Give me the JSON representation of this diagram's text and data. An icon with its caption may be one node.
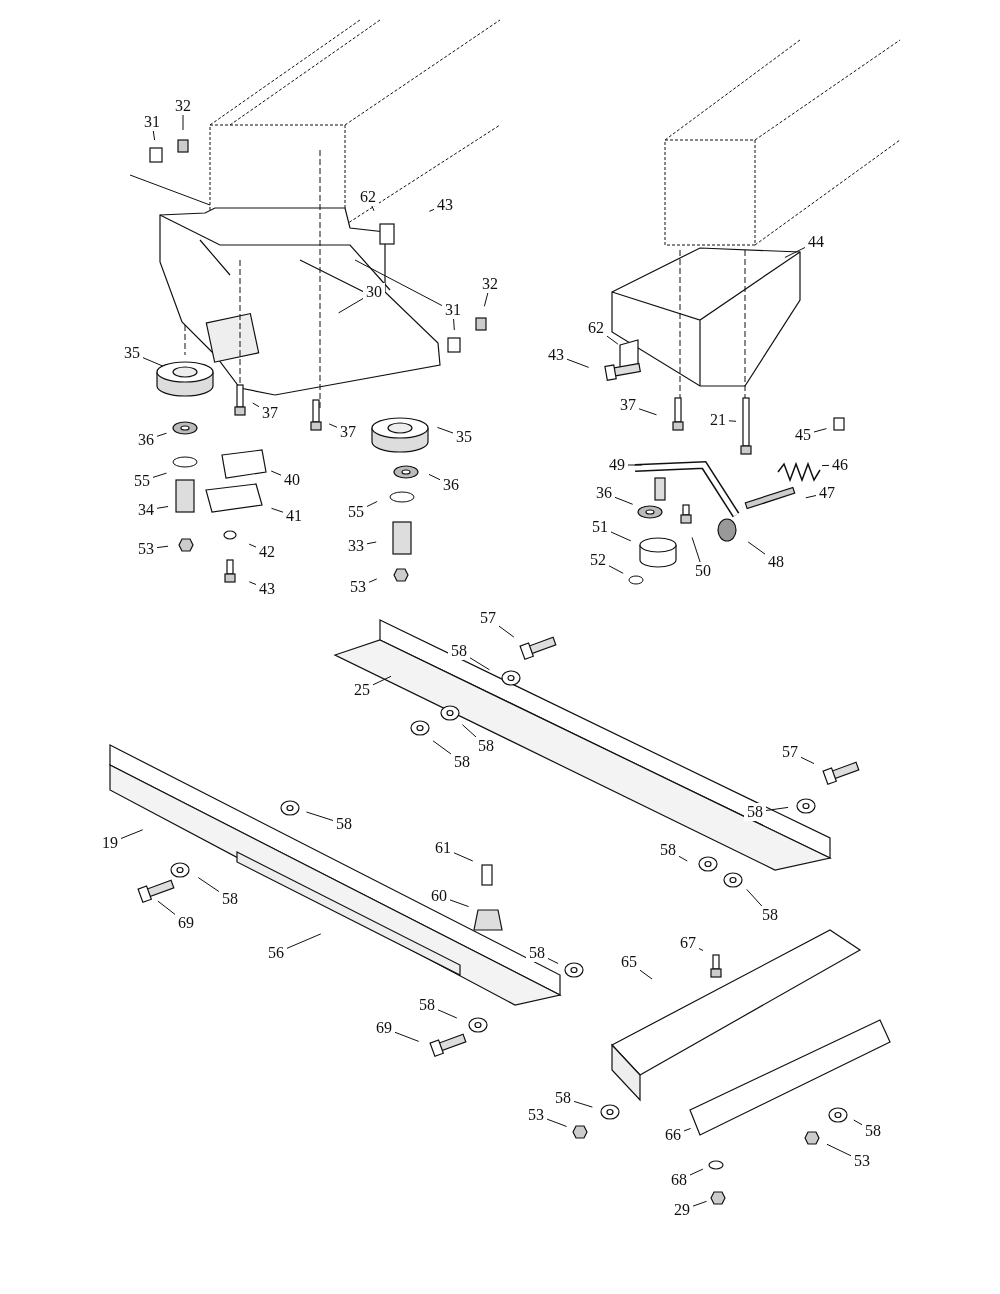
{
  "diagram": {
    "nodes": [
      {
        "text": [
          "31"
        ]
      },
      {
        "text": [
          "32"
        ]
      },
      {
        "text": [
          "62"
        ]
      },
      {
        "text": [
          "43"
        ]
      },
      {
        "text": [
          "30"
        ]
      },
      {
        "text": [
          "31"
        ]
      },
      {
        "text": [
          "32"
        ]
      },
      {
        "text": [
          "35"
        ]
      },
      {
        "text": [
          "37"
        ]
      },
      {
        "text": [
          "37"
        ]
      },
      {
        "text": [
          "35"
        ]
      },
      {
        "text": [
          "36"
        ]
      },
      {
        "text": [
          "55"
        ]
      },
      {
        "text": [
          "40"
        ]
      },
      {
        "text": [
          "36"
        ]
      },
      {
        "text": [
          "34"
        ]
      },
      {
        "text": [
          "41"
        ]
      },
      {
        "text": [
          "55"
        ]
      },
      {
        "text": [
          "33"
        ]
      },
      {
        "text": [
          "42"
        ]
      },
      {
        "text": [
          "53"
        ]
      },
      {
        "text": [
          "43"
        ]
      },
      {
        "text": [
          "53"
        ]
      },
      {
        "text": [
          "44"
        ]
      },
      {
        "text": [
          "62"
        ]
      },
      {
        "text": [
          "43"
        ]
      },
      {
        "text": [
          "37"
        ]
      },
      {
        "text": [
          "21"
        ]
      },
      {
        "text": [
          "45"
        ]
      },
      {
        "text": [
          "49"
        ]
      },
      {
        "text": [
          "46"
        ]
      },
      {
        "text": [
          "36"
        ]
      },
      {
        "text": [
          "47"
        ]
      },
      {
        "text": [
          "51"
        ]
      },
      {
        "text": [
          "48"
        ]
      },
      {
        "text": [
          "52"
        ]
      },
      {
        "text": [
          "50"
        ]
      },
      {
        "text": [
          "57"
        ]
      },
      {
        "text": [
          "58"
        ]
      },
      {
        "text": [
          "25"
        ]
      },
      {
        "text": [
          "58"
        ]
      },
      {
        "text": [
          "58"
        ]
      },
      {
        "text": [
          "57"
        ]
      },
      {
        "text": [
          "19"
        ]
      },
      {
        "text": [
          "58"
        ]
      },
      {
        "text": [
          "58"
        ]
      },
      {
        "text": [
          "61"
        ]
      },
      {
        "text": [
          "58"
        ]
      },
      {
        "text": [
          "58"
        ]
      },
      {
        "text": [
          "60"
        ]
      },
      {
        "text": [
          "58"
        ]
      },
      {
        "text": [
          "69"
        ]
      },
      {
        "text": [
          "56"
        ]
      },
      {
        "text": [
          "58"
        ]
      },
      {
        "text": [
          "67"
        ]
      },
      {
        "text": [
          "65"
        ]
      },
      {
        "text": [
          "58"
        ]
      },
      {
        "text": [
          "69"
        ]
      },
      {
        "text": [
          "58"
        ]
      },
      {
        "text": [
          "53"
        ]
      },
      {
        "text": [
          "66"
        ]
      },
      {
        "text": [
          "58"
        ]
      },
      {
        "text": [
          "53"
        ]
      },
      {
        "text": [
          "68"
        ]
      },
      {
        "text": [
          "29"
        ]
      }
    ],
    "edges": [
      {
        "from": 0,
        "to": null,
        "arrow": "none"
      },
      {
        "from": 1,
        "to": null,
        "arrow": "none"
      },
      {
        "from": 2,
        "to": null,
        "arrow": "none"
      },
      {
        "from": 3,
        "to": null,
        "arrow": "none"
      },
      {
        "from": 4,
        "to": null,
        "arrow": "none"
      },
      {
        "from": 5,
        "to": null,
        "arrow": "none"
      },
      {
        "from": 6,
        "to": null,
        "arrow": "none"
      },
      {
        "from": 7,
        "to": null,
        "arrow": "none"
      },
      {
        "from": 8,
        "to": null,
        "arrow": "none"
      },
      {
        "from": 9,
        "to": null,
        "arrow": "none"
      },
      {
        "from": 10,
        "to": null,
        "arrow": "none"
      },
      {
        "from": 11,
        "to": null,
        "arrow": "none"
      },
      {
        "from": 12,
        "to": null,
        "arrow": "none"
      },
      {
        "from": 13,
        "to": null,
        "arrow": "none"
      },
      {
        "from": 14,
        "to": null,
        "arrow": "none"
      },
      {
        "from": 15,
        "to": null,
        "arrow": "none"
      },
      {
        "from": 16,
        "to": null,
        "arrow": "none"
      },
      {
        "from": 17,
        "to": null,
        "arrow": "none"
      },
      {
        "from": 18,
        "to": null,
        "arrow": "none"
      },
      {
        "from": 19,
        "to": null,
        "arrow": "none"
      },
      {
        "from": 20,
        "to": null,
        "arrow": "none"
      },
      {
        "from": 21,
        "to": null,
        "arrow": "none"
      },
      {
        "from": 22,
        "to": null,
        "arrow": "none"
      },
      {
        "from": 23,
        "to": null,
        "arrow": "none"
      },
      {
        "from": 24,
        "to": null,
        "arrow": "none"
      },
      {
        "from": 25,
        "to": null,
        "arrow": "none"
      },
      {
        "from": 26,
        "to": null,
        "arrow": "none"
      },
      {
        "from": 27,
        "to": null,
        "arrow": "none"
      },
      {
        "from": 28,
        "to": null,
        "arrow": "none"
      },
      {
        "from": 29,
        "to": null,
        "arrow": "none"
      },
      {
        "from": 30,
        "to": null,
        "arrow": "none"
      },
      {
        "from": 31,
        "to": null,
        "arrow": "none"
      },
      {
        "from": 32,
        "to": null,
        "arrow": "none"
      },
      {
        "from": 33,
        "to": null,
        "arrow": "none"
      },
      {
        "from": 34,
        "to": null,
        "arrow": "none"
      },
      {
        "from": 35,
        "to": null,
        "arrow": "none"
      },
      {
        "from": 36,
        "to": null,
        "arrow": "none"
      },
      {
        "from": 37,
        "to": null,
        "arrow": "none"
      },
      {
        "from": 38,
        "to": null,
        "arrow": "none"
      },
      {
        "from": 39,
        "to": null,
        "arrow": "none"
      },
      {
        "from": 40,
        "to": null,
        "arrow": "none"
      },
      {
        "from": 41,
        "to": null,
        "arrow": "none"
      },
      {
        "from": 42,
        "to": null,
        "arrow": "none"
      },
      {
        "from": 43,
        "to": null,
        "arrow": "none"
      },
      {
        "from": 44,
        "to": null,
        "arrow": "none"
      },
      {
        "from": 45,
        "to": null,
        "arrow": "none"
      },
      {
        "from": 46,
        "to": null,
        "arrow": "none"
      },
      {
        "from": 47,
        "to": null,
        "arrow": "none"
      },
      {
        "from": 48,
        "to": null,
        "arrow": "none"
      },
      {
        "from": 49,
        "to": null,
        "arrow": "none"
      },
      {
        "from": 50,
        "to": null,
        "arrow": "none"
      },
      {
        "from": 51,
        "to": null,
        "arrow": "none"
      },
      {
        "from": 52,
        "to": null,
        "arrow": "none"
      },
      {
        "from": 53,
        "to": null,
        "arrow": "none"
      },
      {
        "from": 54,
        "to": null,
        "arrow": "none"
      },
      {
        "from": 55,
        "to": null,
        "arrow": "none"
      },
      {
        "from": 56,
        "to": null,
        "arrow": "none"
      },
      {
        "from": 57,
        "to": null,
        "arrow": "none"
      },
      {
        "from": 58,
        "to": null,
        "arrow": "none"
      },
      {
        "from": 59,
        "to": null,
        "arrow": "none"
      },
      {
        "from": 60,
        "to": null,
        "arrow": "none"
      },
      {
        "from": 61,
        "to": null,
        "arrow": "none"
      },
      {
        "from": 62,
        "to": null,
        "arrow": "none"
      },
      {
        "from": 63,
        "to": null,
        "arrow": "none"
      },
      {
        "from": 64,
        "to": null,
        "arrow": "none"
      }
    ]
  }
}
